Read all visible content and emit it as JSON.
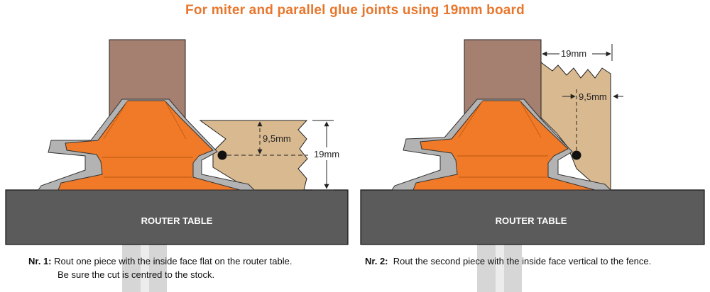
{
  "title": "For miter and parallel glue joints using 19mm board",
  "colors": {
    "title": "#e8762c",
    "wood_dark": "#a57f70",
    "wood_light": "#d9b98f",
    "bit_orange": "#f07a27",
    "bit_gray": "#b3b3b3",
    "table": "#5b5b5b",
    "shaft": "#d6d6d6"
  },
  "icons": [
    "router-bit-icon",
    "bearing-dot-icon"
  ],
  "panel_1": {
    "table_label": "ROUTER TABLE",
    "dim_small": "9,5mm",
    "dim_large": "19mm",
    "caption_number": "Nr. 1:",
    "caption_line1": "Rout one piece with the inside face flat on the router table.",
    "caption_line2": "Be sure the cut is centred to the stock."
  },
  "panel_2": {
    "table_label": "ROUTER TABLE",
    "dim_top": "19mm",
    "dim_small": "9,5mm",
    "caption_number": "Nr. 2:",
    "caption_line1": "Rout the second piece with the inside face vertical to the fence."
  }
}
